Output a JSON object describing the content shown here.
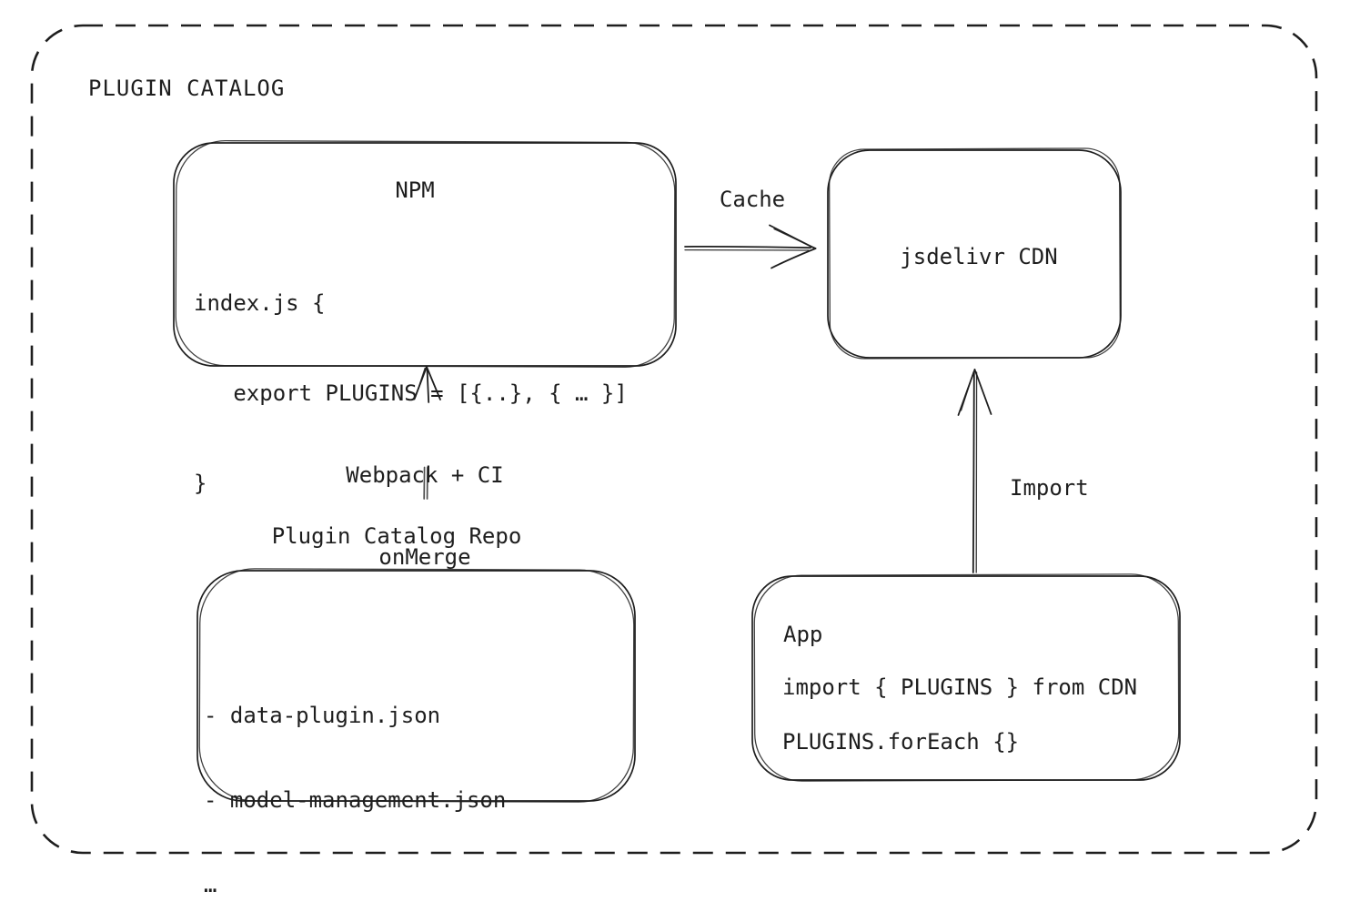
{
  "diagram": {
    "title": "PLUGIN CATALOG",
    "stroke_color": "#1e1e1e",
    "background_color": "#ffffff"
  },
  "npm_box": {
    "title": "NPM",
    "code_lines": [
      "index.js {",
      "   export PLUGINS = [{..}, { … }]",
      "}"
    ]
  },
  "cdn_box": {
    "label": "jsdelivr CDN"
  },
  "repo_box": {
    "label": "Plugin Catalog Repo",
    "items": [
      "- data-plugin.json",
      "- model-management.json",
      "…"
    ]
  },
  "app_box": {
    "title": "App",
    "code_lines": [
      "import { PLUGINS } from CDN",
      "PLUGINS.forEach {}"
    ]
  },
  "arrows": {
    "cache_label": "Cache",
    "webpack_label_line1": "Webpack + CI",
    "webpack_label_line2": "onMerge",
    "import_label": "Import"
  }
}
